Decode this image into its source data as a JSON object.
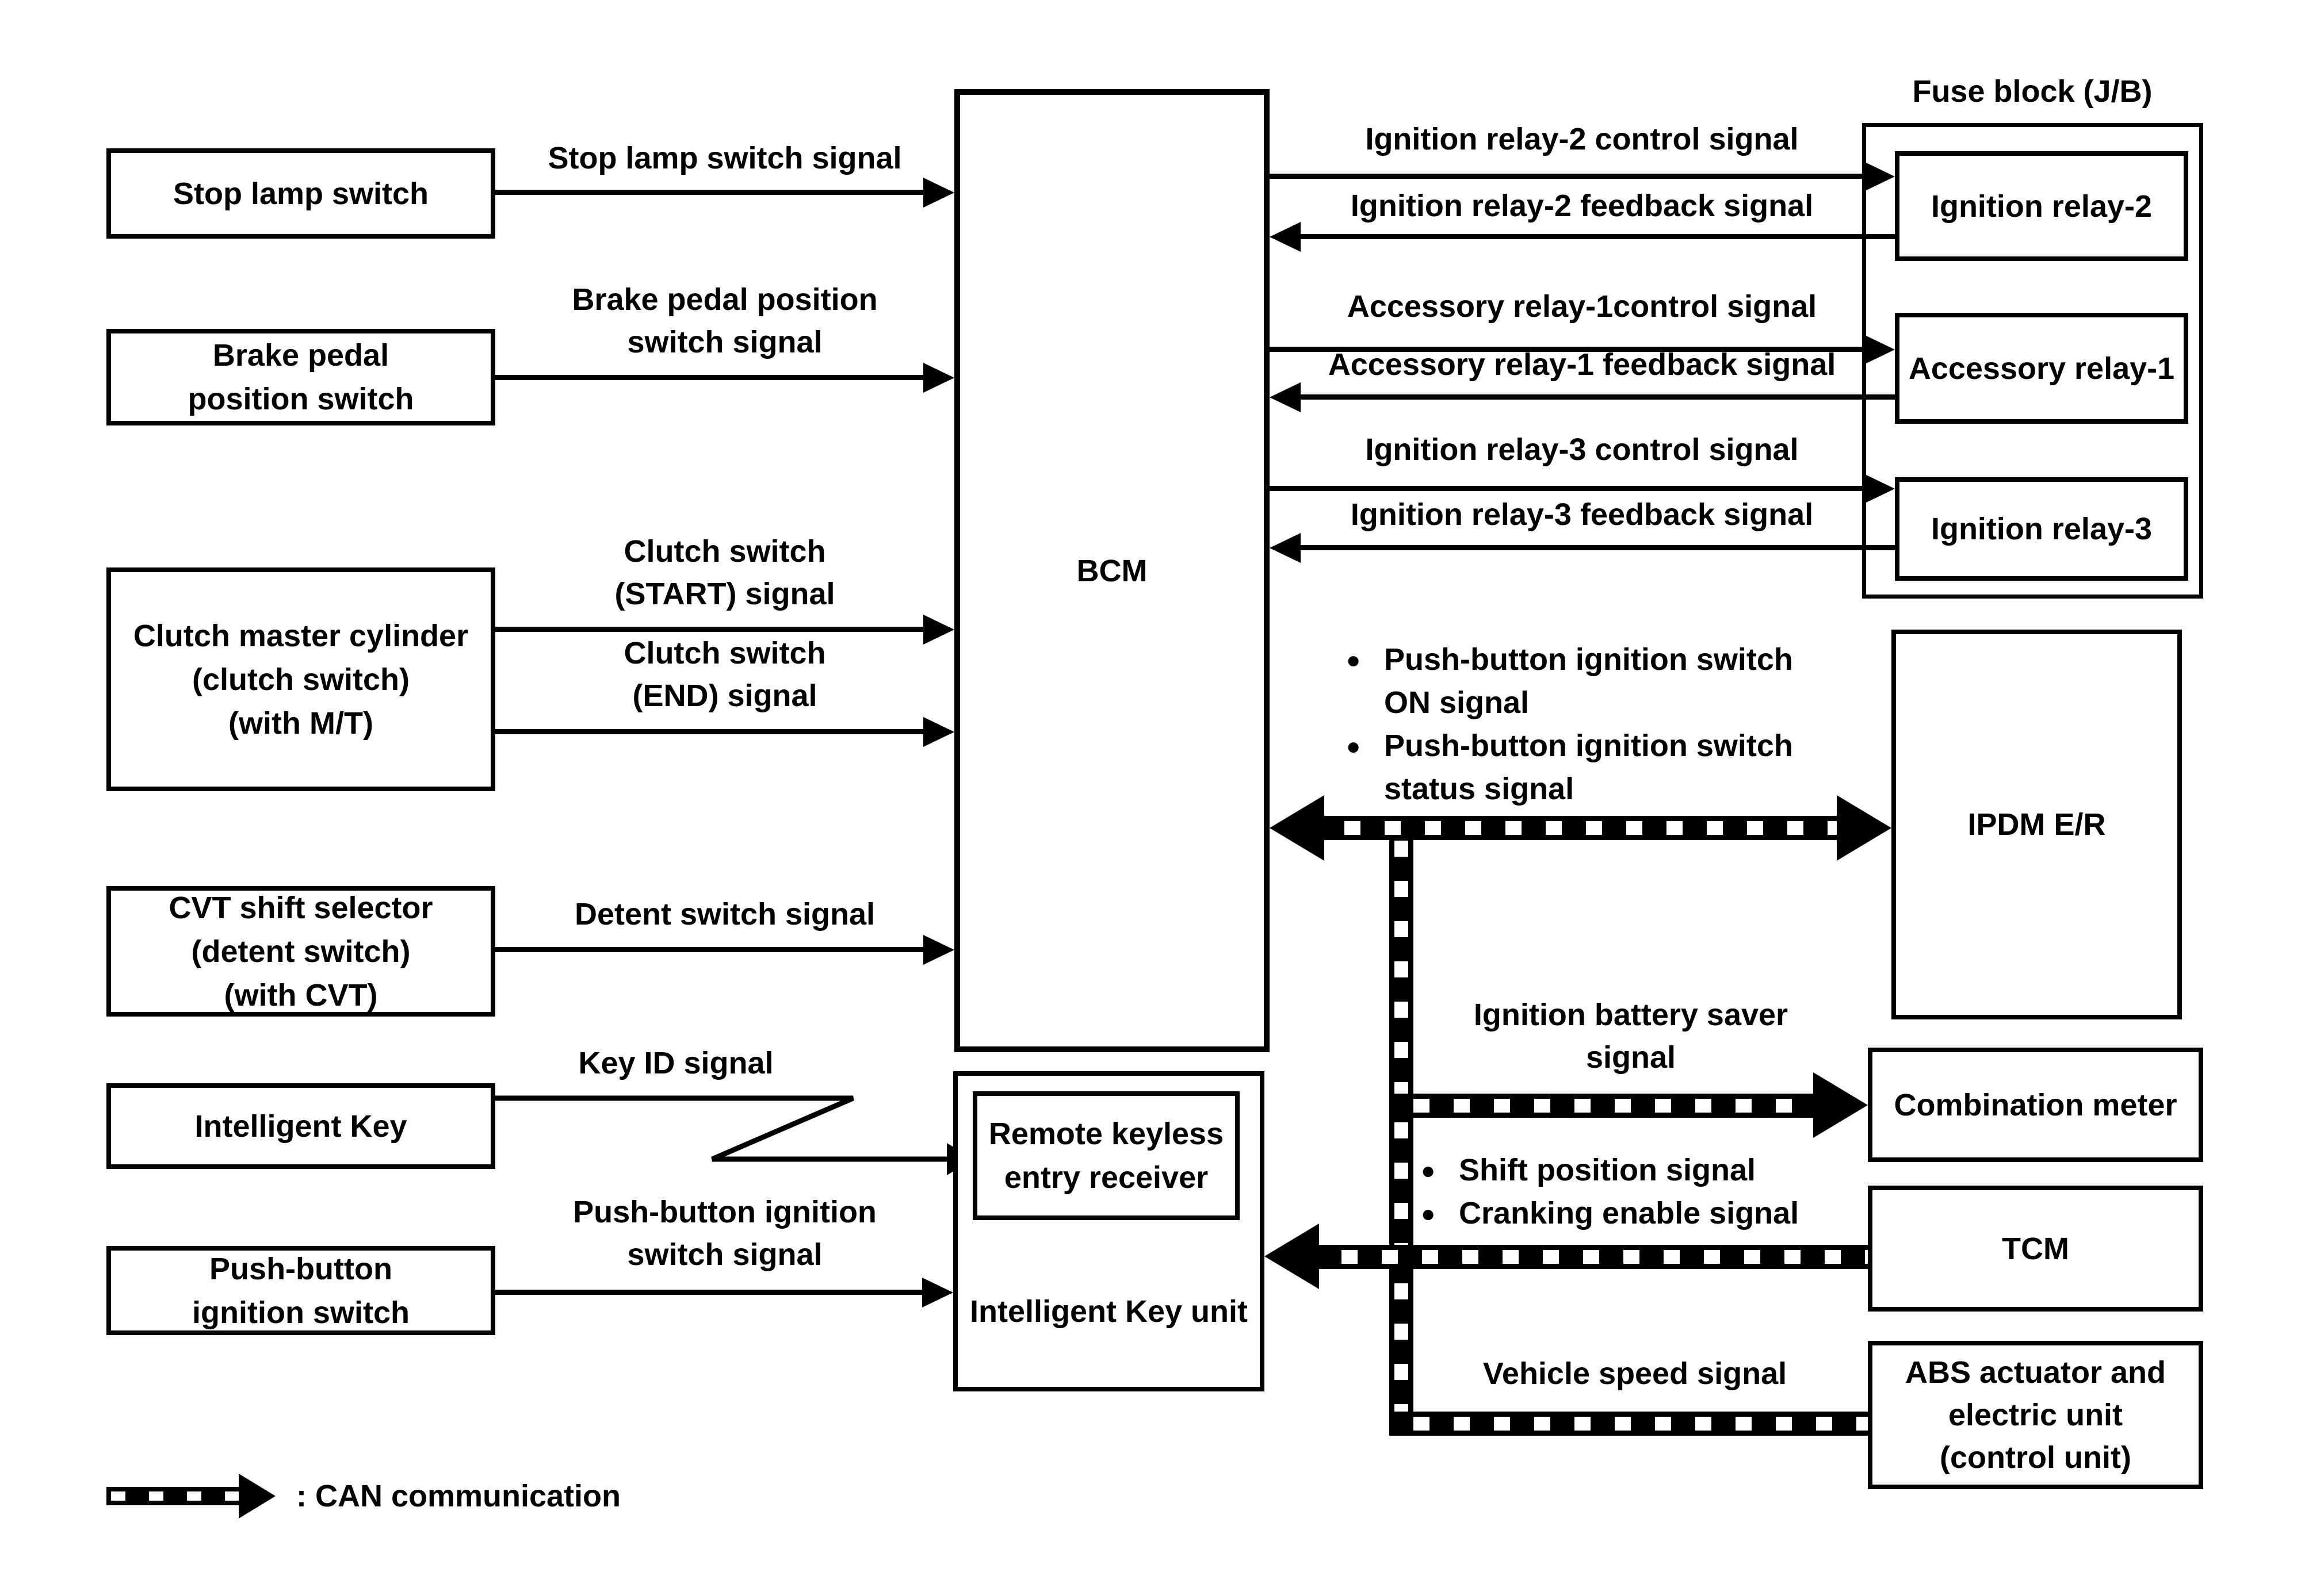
{
  "page": {
    "background": "#ffffff",
    "ink": "#000000",
    "bullet_char": "●"
  },
  "boxes": {
    "stop_lamp": {
      "lines": [
        "Stop lamp switch"
      ]
    },
    "brake_pedal": {
      "lines": [
        "Brake pedal",
        "position switch"
      ]
    },
    "clutch_master": {
      "lines": [
        "Clutch master cylinder",
        "(clutch switch)",
        "(with M/T)"
      ]
    },
    "cvt_selector": {
      "lines": [
        "CVT shift selector",
        "(detent switch)",
        "(with CVT)"
      ]
    },
    "intelligent_key": {
      "lines": [
        "Intelligent Key"
      ]
    },
    "push_button_ignition": {
      "lines": [
        "Push-button",
        "ignition switch"
      ]
    },
    "bcm": {
      "lines": [
        "BCM"
      ]
    },
    "rke_receiver": {
      "lines": [
        "Remote keyless",
        "entry receiver"
      ]
    },
    "ik_unit": {
      "label": "Intelligent Key unit"
    },
    "fuse_block": {
      "title": "Fuse block (J/B)"
    },
    "ignition_relay2": {
      "lines": [
        "Ignition relay-2"
      ]
    },
    "accessory_relay1": {
      "lines": [
        "Accessory relay-1"
      ]
    },
    "ignition_relay3": {
      "lines": [
        "Ignition relay-3"
      ]
    },
    "ipdm": {
      "lines": [
        "IPDM E/R"
      ]
    },
    "combination_meter": {
      "lines": [
        "Combination meter"
      ]
    },
    "tcm": {
      "lines": [
        "TCM"
      ]
    },
    "abs_unit": {
      "lines": [
        "ABS actuator and",
        "electric unit",
        "(control unit)"
      ]
    }
  },
  "signals": {
    "stop_lamp": {
      "lines": [
        "Stop lamp switch signal"
      ]
    },
    "brake_pedal": {
      "lines": [
        "Brake pedal position",
        "switch signal"
      ]
    },
    "clutch_start": {
      "lines": [
        "Clutch switch",
        "(START) signal"
      ]
    },
    "clutch_end": {
      "lines": [
        "Clutch switch",
        "(END) signal"
      ]
    },
    "detent": {
      "lines": [
        "Detent switch signal"
      ]
    },
    "key_id": {
      "lines": [
        "Key ID signal"
      ]
    },
    "push_button": {
      "lines": [
        "Push-button ignition",
        "switch signal"
      ]
    },
    "ign2_control": {
      "lines": [
        "Ignition relay-2 control signal"
      ]
    },
    "ign2_feedback": {
      "lines": [
        "Ignition relay-2 feedback signal"
      ]
    },
    "acc1_control": {
      "lines": [
        "Accessory relay-1control signal"
      ]
    },
    "acc1_feedback": {
      "lines": [
        "Accessory relay-1 feedback signal"
      ]
    },
    "ign3_control": {
      "lines": [
        "Ignition relay-3 control signal"
      ]
    },
    "ign3_feedback": {
      "lines": [
        "Ignition relay-3 feedback signal"
      ]
    },
    "ipdm_bullets": {
      "items": [
        {
          "lines": [
            "Push-button ignition switch",
            "ON signal"
          ]
        },
        {
          "lines": [
            "Push-button ignition switch",
            "status signal"
          ]
        }
      ]
    },
    "battery_saver": {
      "lines": [
        "Ignition battery saver",
        "signal"
      ]
    },
    "tcm_bullets": {
      "items": [
        {
          "lines": [
            "Shift position signal"
          ]
        },
        {
          "lines": [
            "Cranking enable signal"
          ]
        }
      ]
    },
    "vehicle_speed": {
      "lines": [
        "Vehicle speed signal"
      ]
    }
  },
  "legend": {
    "can_label": ": CAN communication"
  }
}
